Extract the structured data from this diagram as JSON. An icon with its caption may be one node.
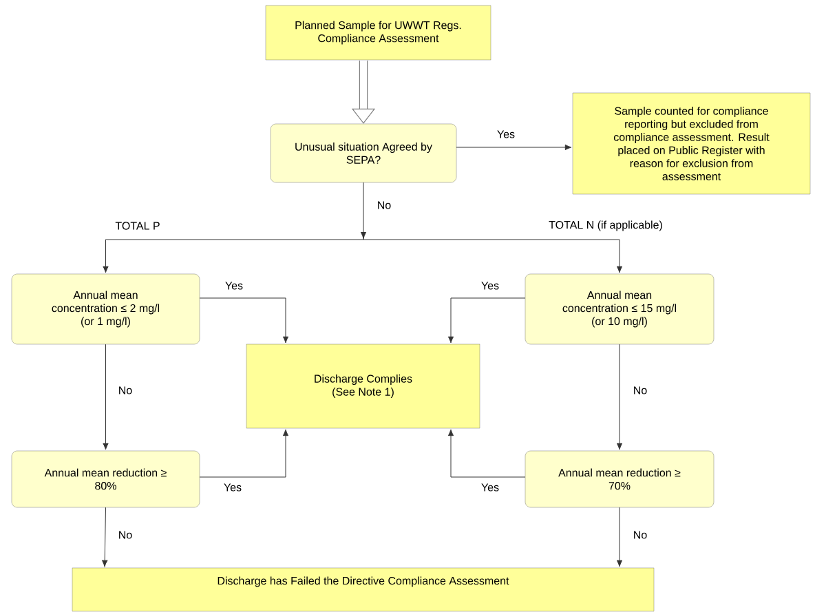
{
  "diagram": {
    "nodes": [
      {
        "text": [
          "Planned Sample for UWWT Regs. Compliance Assessment"
        ]
      },
      {
        "text": [
          "Unusual situation Agreed by SEPA?"
        ]
      },
      {
        "text": [
          "Sample counted for compliance reporting but excluded from compliance assessment. Result placed on Public Register with reason for exclusion from assessment"
        ]
      },
      {
        "text": [
          "Annual mean concentration ≤ 2 mg/l (or 1 mg/l)"
        ]
      },
      {
        "text": [
          "Annual mean concentration ≤ 15 mg/l (or 10 mg/l)"
        ]
      },
      {
        "text": [
          "Discharge Complies (See Note 1)"
        ]
      },
      {
        "text": [
          "Annual mean reduction ≥ 80%"
        ]
      },
      {
        "text": [
          "Annual mean reduction ≥ 70%"
        ]
      },
      {
        "text": [
          "Discharge has Failed the Directive Compliance Assessment"
        ]
      }
    ],
    "edges": [
      {
        "from": 0,
        "to": 1,
        "arrow": "to",
        "style": "thick"
      },
      {
        "from": 1,
        "to": 2,
        "arrow": "to",
        "label": "Yes"
      },
      {
        "from": 1,
        "to": 3,
        "arrow": "to",
        "label": "TOTAL P"
      },
      {
        "from": 1,
        "to": 4,
        "arrow": "to",
        "label": "TOTAL N (if applicable)"
      },
      {
        "from": 3,
        "to": 5,
        "arrow": "to",
        "label": "Yes"
      },
      {
        "from": 4,
        "to": 5,
        "arrow": "to",
        "label": "Yes"
      },
      {
        "from": 3,
        "to": 6,
        "arrow": "to",
        "label": "No"
      },
      {
        "from": 4,
        "to": 7,
        "arrow": "to",
        "label": "No"
      },
      {
        "from": 6,
        "to": 5,
        "arrow": "to",
        "label": "Yes"
      },
      {
        "from": 7,
        "to": 5,
        "arrow": "to",
        "label": "Yes"
      },
      {
        "from": 6,
        "to": 8,
        "arrow": "to",
        "label": "No"
      },
      {
        "from": 7,
        "to": 8,
        "arrow": "to",
        "label": "No"
      }
    ],
    "labels": [
      "No"
    ]
  }
}
